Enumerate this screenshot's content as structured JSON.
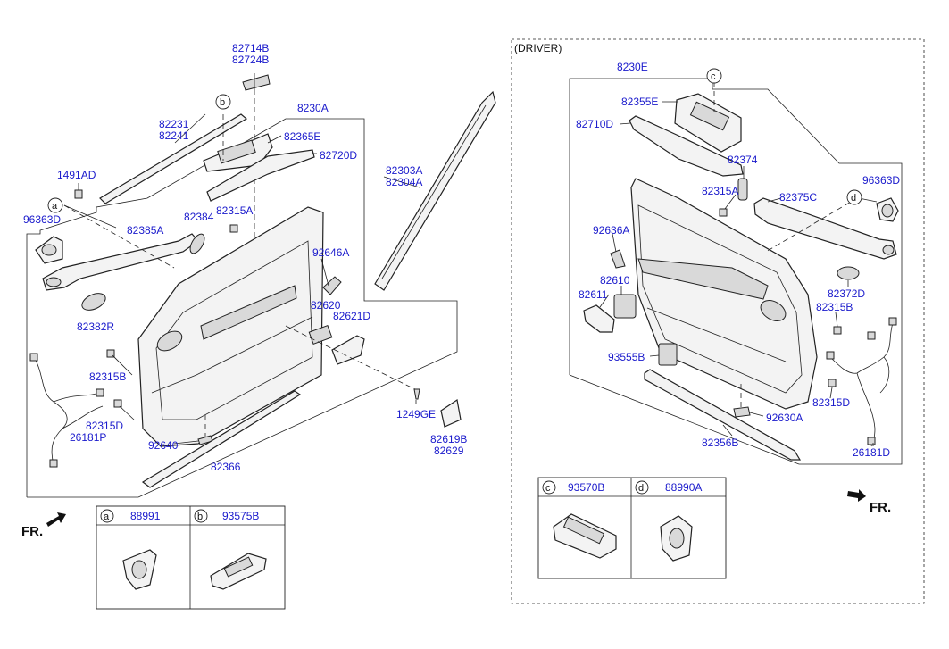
{
  "section_driver": "(DRIVER)",
  "fr": "FR.",
  "left_labels": [
    {
      "id": "82714B",
      "text": "82714B"
    },
    {
      "id": "82724B",
      "text": "82724B"
    },
    {
      "id": "82231",
      "text": "82231"
    },
    {
      "id": "82241",
      "text": "82241"
    },
    {
      "id": "8230A",
      "text": "8230A"
    },
    {
      "id": "82365E",
      "text": "82365E"
    },
    {
      "id": "82720D",
      "text": "82720D"
    },
    {
      "id": "1491AD",
      "text": "1491AD"
    },
    {
      "id": "82303A",
      "text": "82303A"
    },
    {
      "id": "82304A",
      "text": "82304A"
    },
    {
      "id": "96363D_l",
      "text": "96363D"
    },
    {
      "id": "82384",
      "text": "82384"
    },
    {
      "id": "82315A_l",
      "text": "82315A"
    },
    {
      "id": "82385A",
      "text": "82385A"
    },
    {
      "id": "92646A",
      "text": "92646A"
    },
    {
      "id": "82382R",
      "text": "82382R"
    },
    {
      "id": "82620",
      "text": "82620"
    },
    {
      "id": "82621D",
      "text": "82621D"
    },
    {
      "id": "82315B_l",
      "text": "82315B"
    },
    {
      "id": "1249GE",
      "text": "1249GE"
    },
    {
      "id": "82315D_l",
      "text": "82315D"
    },
    {
      "id": "26181P",
      "text": "26181P"
    },
    {
      "id": "82619B",
      "text": "82619B"
    },
    {
      "id": "82629",
      "text": "82629"
    },
    {
      "id": "92640",
      "text": "92640"
    },
    {
      "id": "82366",
      "text": "82366"
    }
  ],
  "right_labels": [
    {
      "id": "8230E",
      "text": "8230E"
    },
    {
      "id": "82355E",
      "text": "82355E"
    },
    {
      "id": "82710D",
      "text": "82710D"
    },
    {
      "id": "82374",
      "text": "82374"
    },
    {
      "id": "96363D_r",
      "text": "96363D"
    },
    {
      "id": "82315A_r",
      "text": "82315A"
    },
    {
      "id": "82375C",
      "text": "82375C"
    },
    {
      "id": "92636A",
      "text": "92636A"
    },
    {
      "id": "82610",
      "text": "82610"
    },
    {
      "id": "82611",
      "text": "82611"
    },
    {
      "id": "82372D",
      "text": "82372D"
    },
    {
      "id": "82315B_r",
      "text": "82315B"
    },
    {
      "id": "93555B",
      "text": "93555B"
    },
    {
      "id": "82315D_r",
      "text": "82315D"
    },
    {
      "id": "92630A",
      "text": "92630A"
    },
    {
      "id": "82356B",
      "text": "82356B"
    },
    {
      "id": "26181D",
      "text": "26181D"
    }
  ],
  "callouts": {
    "a": "a",
    "b": "b",
    "c": "c",
    "d": "d"
  },
  "legend_left": [
    {
      "letter": "a",
      "part": "88991"
    },
    {
      "letter": "b",
      "part": "93575B"
    }
  ],
  "legend_right": [
    {
      "letter": "c",
      "part": "93570B"
    },
    {
      "letter": "d",
      "part": "88990A"
    }
  ]
}
